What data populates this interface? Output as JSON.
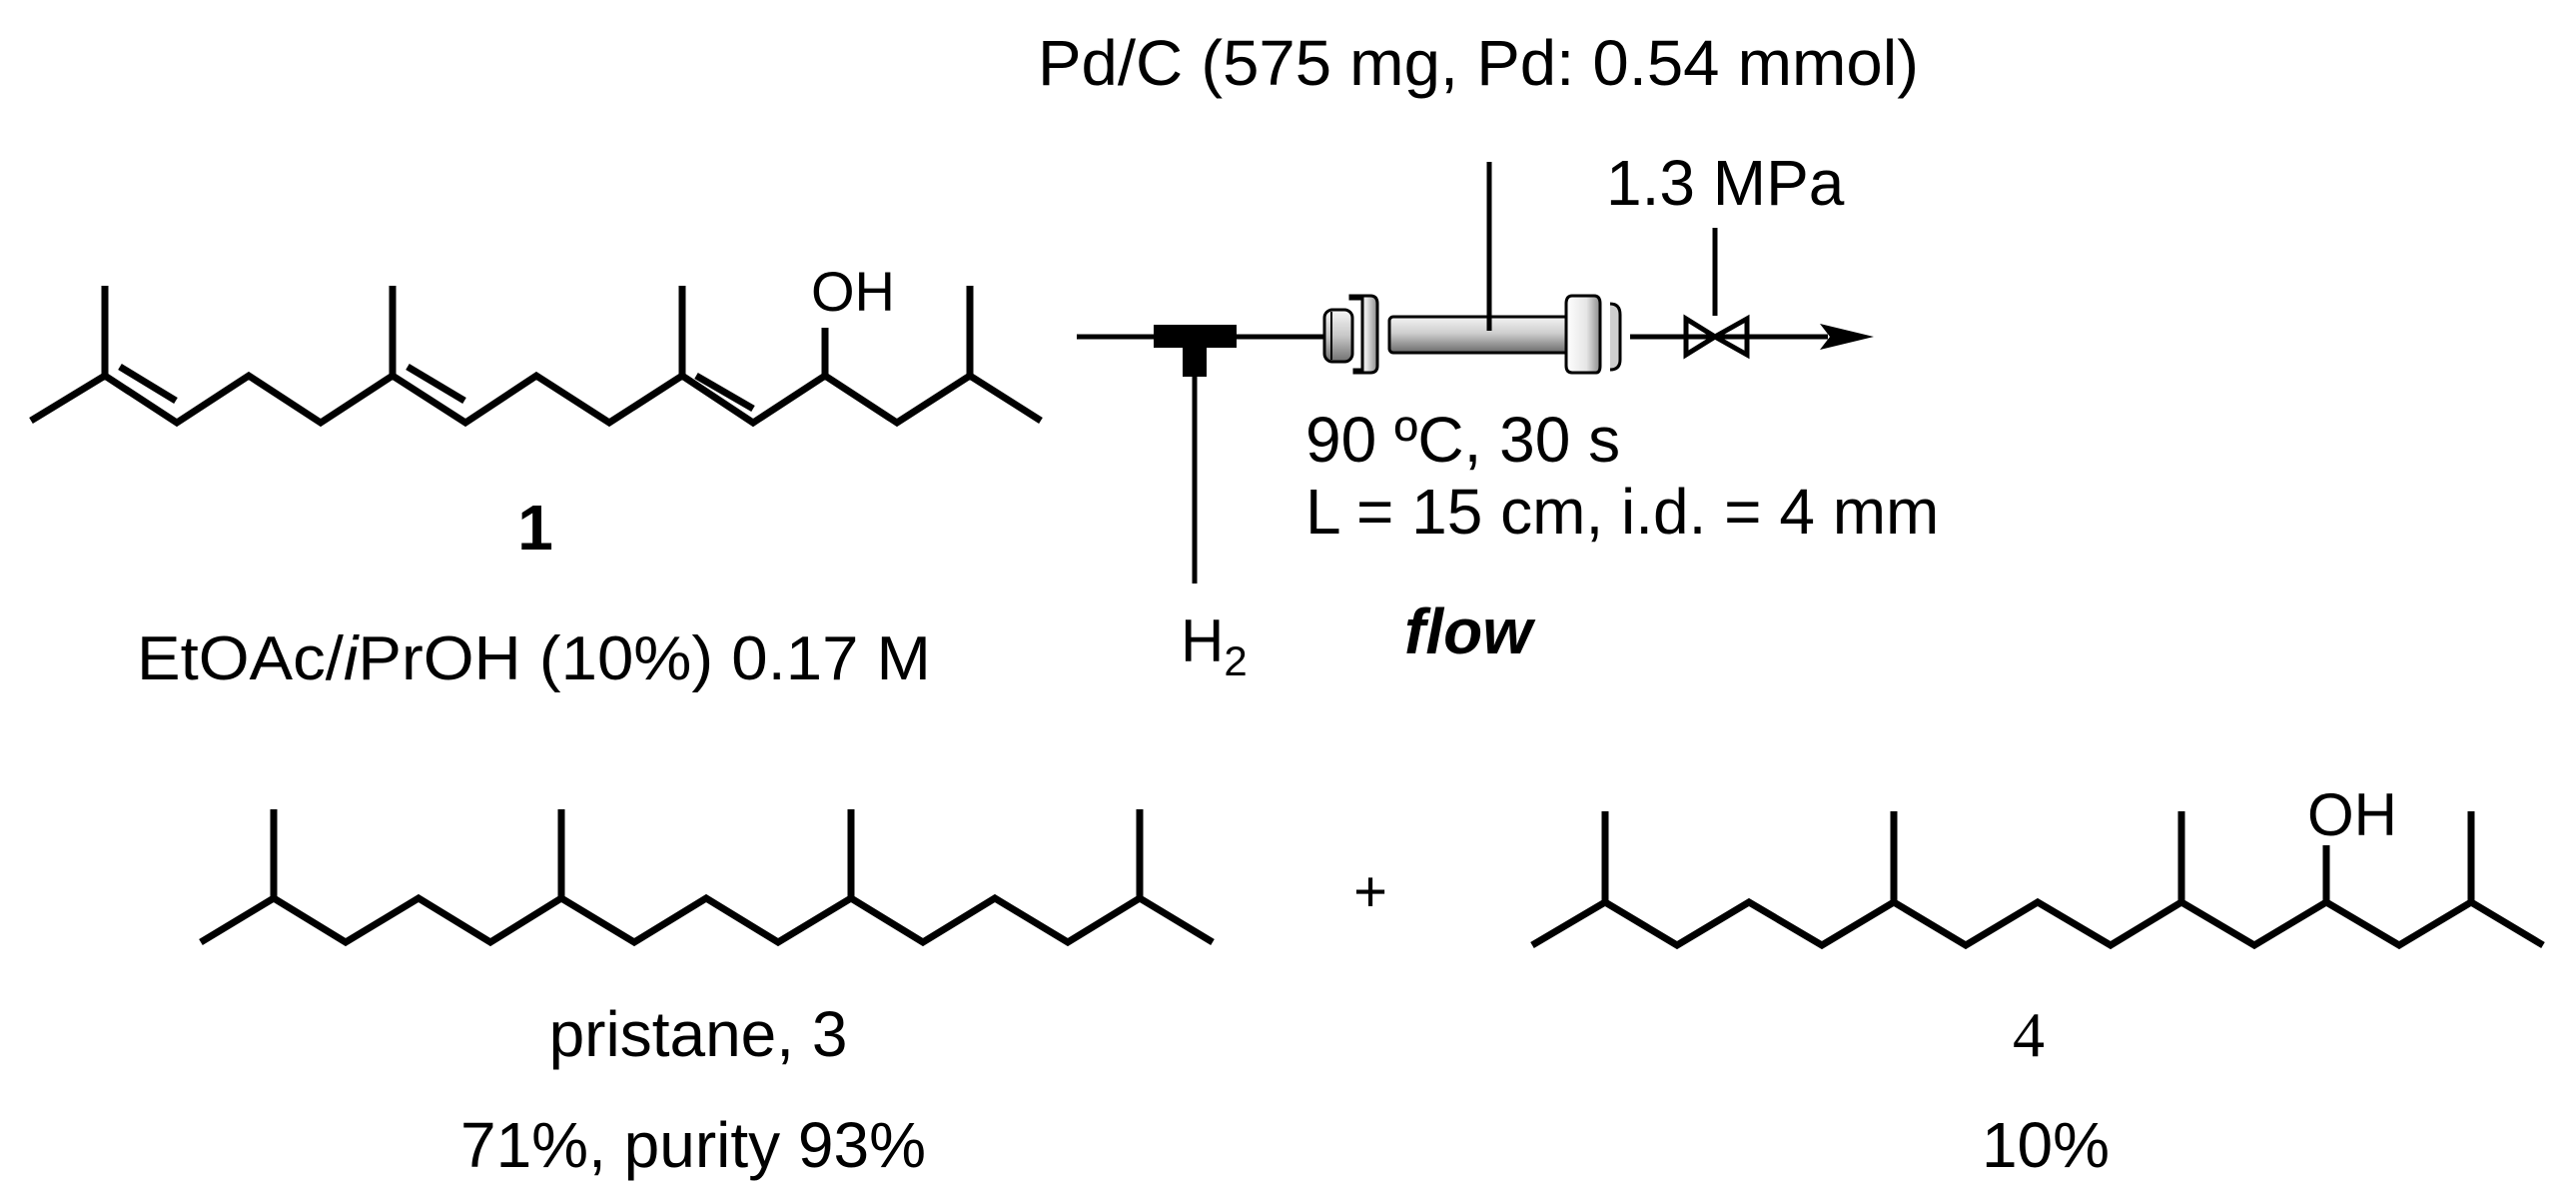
{
  "scheme": {
    "title": "Continuous-flow hydrogenation of 1 to pristane",
    "starting_material": {
      "label": "1",
      "substituent": "OH",
      "solvent_prefix": "EtOAc/",
      "solvent_italic": "i",
      "solvent_suffix": "PrOH (10%) 0.17 M"
    },
    "catalyst": "Pd/C (575 mg, Pd: 0.54 mmol)",
    "pressure": "1.3 MPa",
    "conditions": {
      "temperature_time": "90 ºC, 30 s",
      "column": "L = 15 cm, i.d. = 4 mm",
      "mode": "flow"
    },
    "gas": {
      "symbol": "H",
      "subscript": "2"
    },
    "plus": "+",
    "products": [
      {
        "name": "pristane, 3",
        "yield": "71%, purity 93%"
      },
      {
        "name": "4",
        "substituent": "OH",
        "yield": "10%"
      }
    ],
    "colors": {
      "ink": "#000000",
      "background": "#ffffff",
      "reactor_light": "#f2f2f2",
      "reactor_dark": "#6e6e6e"
    }
  }
}
